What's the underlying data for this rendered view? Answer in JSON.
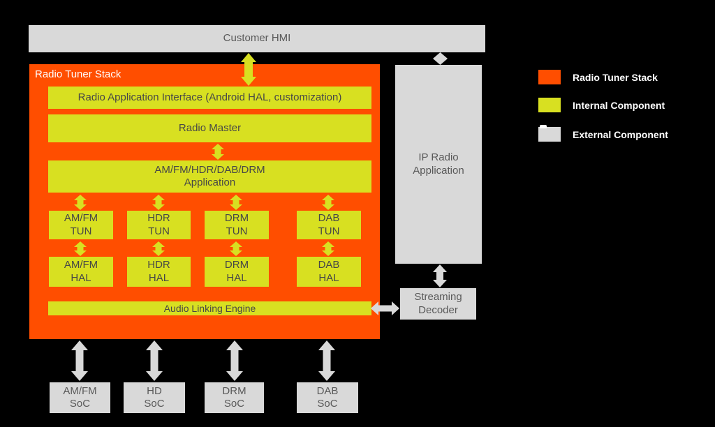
{
  "colors": {
    "stack_orange": "#FF4E00",
    "internal_yellow": "#D8E021",
    "external_gray": "#D9D9D9",
    "box_text_dark": "#474747",
    "gray_box_text": "#595959",
    "background": "#000000"
  },
  "stack": {
    "title": "Radio Tuner Stack",
    "bars": {
      "rai": "Radio Application Interface (Android HAL, customization)",
      "master": "Radio Master",
      "app": "AM/FM/HDR/DAB/DRM\nApplication",
      "ale": "Audio Linking Engine"
    },
    "tun": [
      "AM/FM\nTUN",
      "HDR\nTUN",
      "DRM\nTUN",
      "DAB\nTUN"
    ],
    "hal": [
      "AM/FM\nHAL",
      "HDR\nHAL",
      "DRM\nHAL",
      "DAB\nHAL"
    ]
  },
  "external": {
    "customer_hmi": "Customer HMI",
    "ip_radio": "IP Radio\nApplication",
    "streaming_decoder": "Streaming\nDecoder",
    "soc": [
      "AM/FM\nSoC",
      "HD\nSoC",
      "DRM\nSoC",
      "DAB\nSoC"
    ]
  },
  "legend": {
    "items": [
      {
        "label": "Radio Tuner Stack",
        "color": "#FF4E00"
      },
      {
        "label": "Internal Component",
        "color": "#D8E021"
      },
      {
        "label": "External Component",
        "color": "#D9D9D9"
      }
    ]
  }
}
